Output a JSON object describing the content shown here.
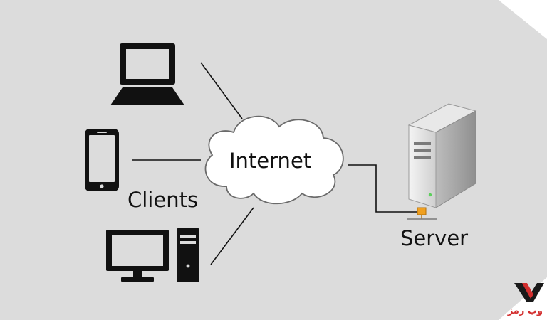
{
  "diagram": {
    "cloud_label": "Internet",
    "clients_label": "Clients",
    "server_label": "Server",
    "nodes": [
      {
        "id": "laptop",
        "icon": "laptop-icon"
      },
      {
        "id": "phone",
        "icon": "smartphone-icon"
      },
      {
        "id": "desktop",
        "icon": "desktop-computer-icon"
      },
      {
        "id": "internet",
        "icon": "cloud-icon"
      },
      {
        "id": "server",
        "icon": "server-tower-icon"
      }
    ],
    "connections": [
      {
        "from": "laptop",
        "to": "internet"
      },
      {
        "from": "phone",
        "to": "internet"
      },
      {
        "from": "desktop",
        "to": "internet"
      },
      {
        "from": "internet",
        "to": "server"
      }
    ]
  },
  "logo": {
    "text": "وب رمز",
    "colors": {
      "accent": "#d32f2f",
      "dark": "#1a1a1a"
    }
  },
  "colors": {
    "background": "#dcdcdc",
    "corner": "#ffffff",
    "device": "#111111",
    "cloud_fill": "#ffffff",
    "cloud_stroke": "#6a6a6a",
    "server_accent": "#f0a020"
  }
}
